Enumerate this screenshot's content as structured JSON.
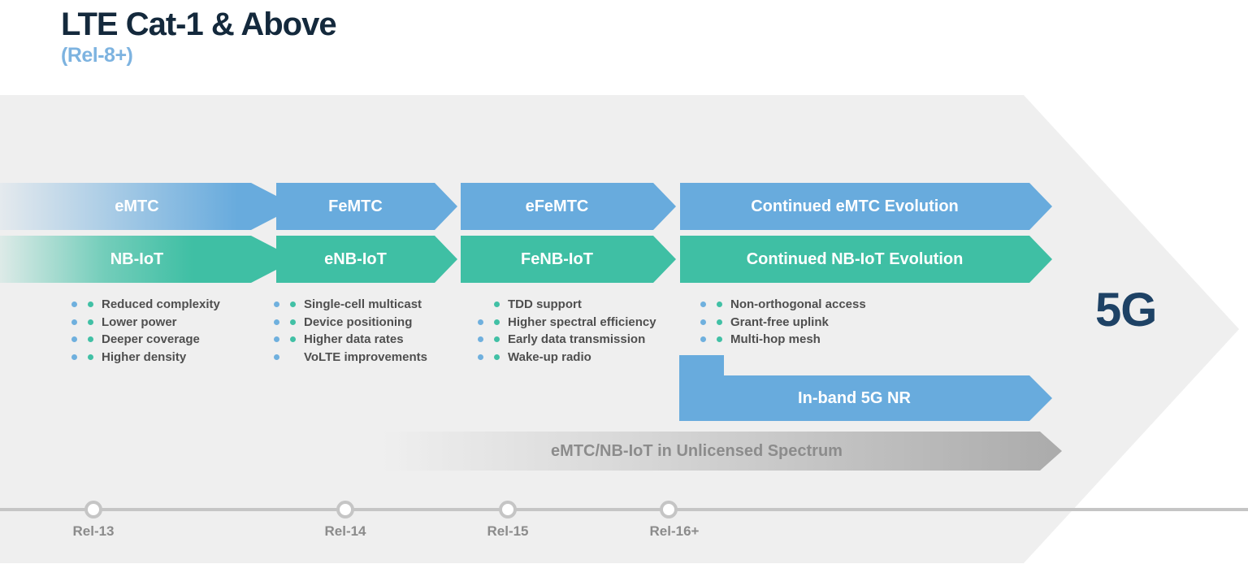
{
  "header": {
    "title": "LTE Cat-1 & Above",
    "subtitle": "(Rel-8+)"
  },
  "colors": {
    "background_arrow": "#efefef",
    "emtc_blue": "#68abdd",
    "nbiot_teal": "#3fbfa4",
    "title_navy": "#14293c",
    "subtitle_blue": "#7db3e0",
    "gray_text": "#8c8c8c",
    "timeline_gray": "#c5c5c5"
  },
  "arrow_rows": {
    "emtc": [
      "eMTC",
      "FeMTC",
      "eFeMTC",
      "Continued eMTC Evolution"
    ],
    "nbiot": [
      "NB-IoT",
      "eNB-IoT",
      "FeNB-IoT",
      "Continued NB-IoT Evolution"
    ]
  },
  "feature_columns": [
    {
      "release": "Rel-13",
      "items": [
        {
          "label": "Reduced complexity",
          "emtc": true,
          "nbiot": true
        },
        {
          "label": "Lower power",
          "emtc": true,
          "nbiot": true
        },
        {
          "label": "Deeper coverage",
          "emtc": true,
          "nbiot": true
        },
        {
          "label": "Higher density",
          "emtc": true,
          "nbiot": true
        }
      ]
    },
    {
      "release": "Rel-14",
      "items": [
        {
          "label": "Single-cell multicast",
          "emtc": true,
          "nbiot": true
        },
        {
          "label": "Device positioning",
          "emtc": true,
          "nbiot": true
        },
        {
          "label": "Higher data rates",
          "emtc": true,
          "nbiot": true
        },
        {
          "label": "VoLTE improvements",
          "emtc": true,
          "nbiot": false
        }
      ]
    },
    {
      "release": "Rel-15",
      "items": [
        {
          "label": "TDD support",
          "emtc": false,
          "nbiot": true
        },
        {
          "label": "Higher spectral efficiency",
          "emtc": true,
          "nbiot": true
        },
        {
          "label": "Early data transmission",
          "emtc": true,
          "nbiot": true
        },
        {
          "label": "Wake-up radio",
          "emtc": true,
          "nbiot": true
        }
      ]
    },
    {
      "release": "Rel-16+",
      "items": [
        {
          "label": "Non-orthogonal access",
          "emtc": true,
          "nbiot": true
        },
        {
          "label": "Grant-free uplink",
          "emtc": true,
          "nbiot": true
        },
        {
          "label": "Multi-hop mesh",
          "emtc": true,
          "nbiot": true
        }
      ]
    }
  ],
  "extra_arrows": {
    "inband": "In-band 5G NR",
    "unlicensed": "eMTC/NB-IoT in Unlicensed Spectrum"
  },
  "five_g_label": "5G",
  "timeline": {
    "releases": [
      "Rel-13",
      "Rel-14",
      "Rel-15",
      "Rel-16+"
    ]
  }
}
